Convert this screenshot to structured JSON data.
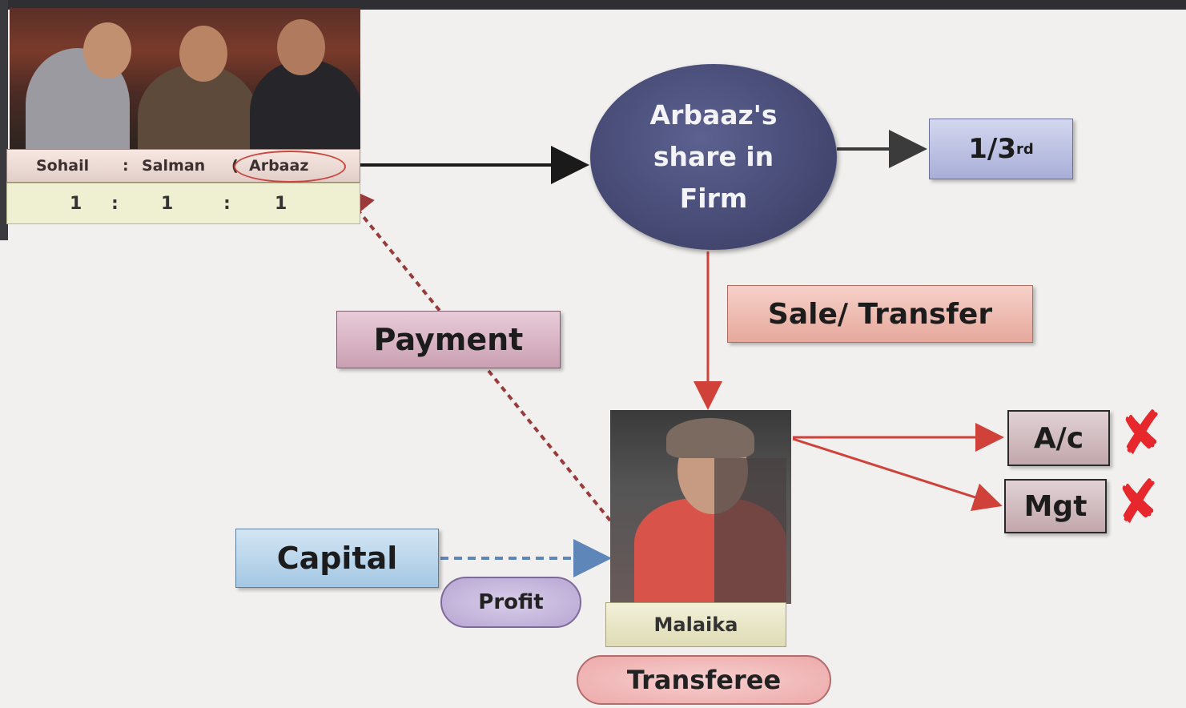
{
  "photo_group": {
    "names": [
      "Sohail",
      "Salman",
      "Arbaaz"
    ],
    "name_separators": [
      ":",
      "("
    ],
    "ratio": [
      "1",
      "1",
      "1"
    ],
    "ratio_separators": [
      ":",
      ":"
    ]
  },
  "center_node": {
    "lines": [
      "Arbaaz's",
      "share in",
      "Firm"
    ]
  },
  "share_box": {
    "value": "1/3",
    "suffix": "rd"
  },
  "sale_transfer": {
    "label": "Sale/ Transfer"
  },
  "payment": {
    "label": "Payment"
  },
  "capital": {
    "label": "Capital"
  },
  "profit": {
    "label": "Profit"
  },
  "malaika": {
    "label": "Malaika"
  },
  "transferee": {
    "label": "Transferee"
  },
  "rights": [
    {
      "label": "A/c",
      "status": "✘"
    },
    {
      "label": "Mgt",
      "status": "✘"
    }
  ],
  "colors": {
    "center_node": "#464a74",
    "cross": "#e6282d",
    "red_arrow": "#d0413a",
    "dashed_red": "#9a3a3a",
    "dashed_blue": "#5f86b8"
  }
}
